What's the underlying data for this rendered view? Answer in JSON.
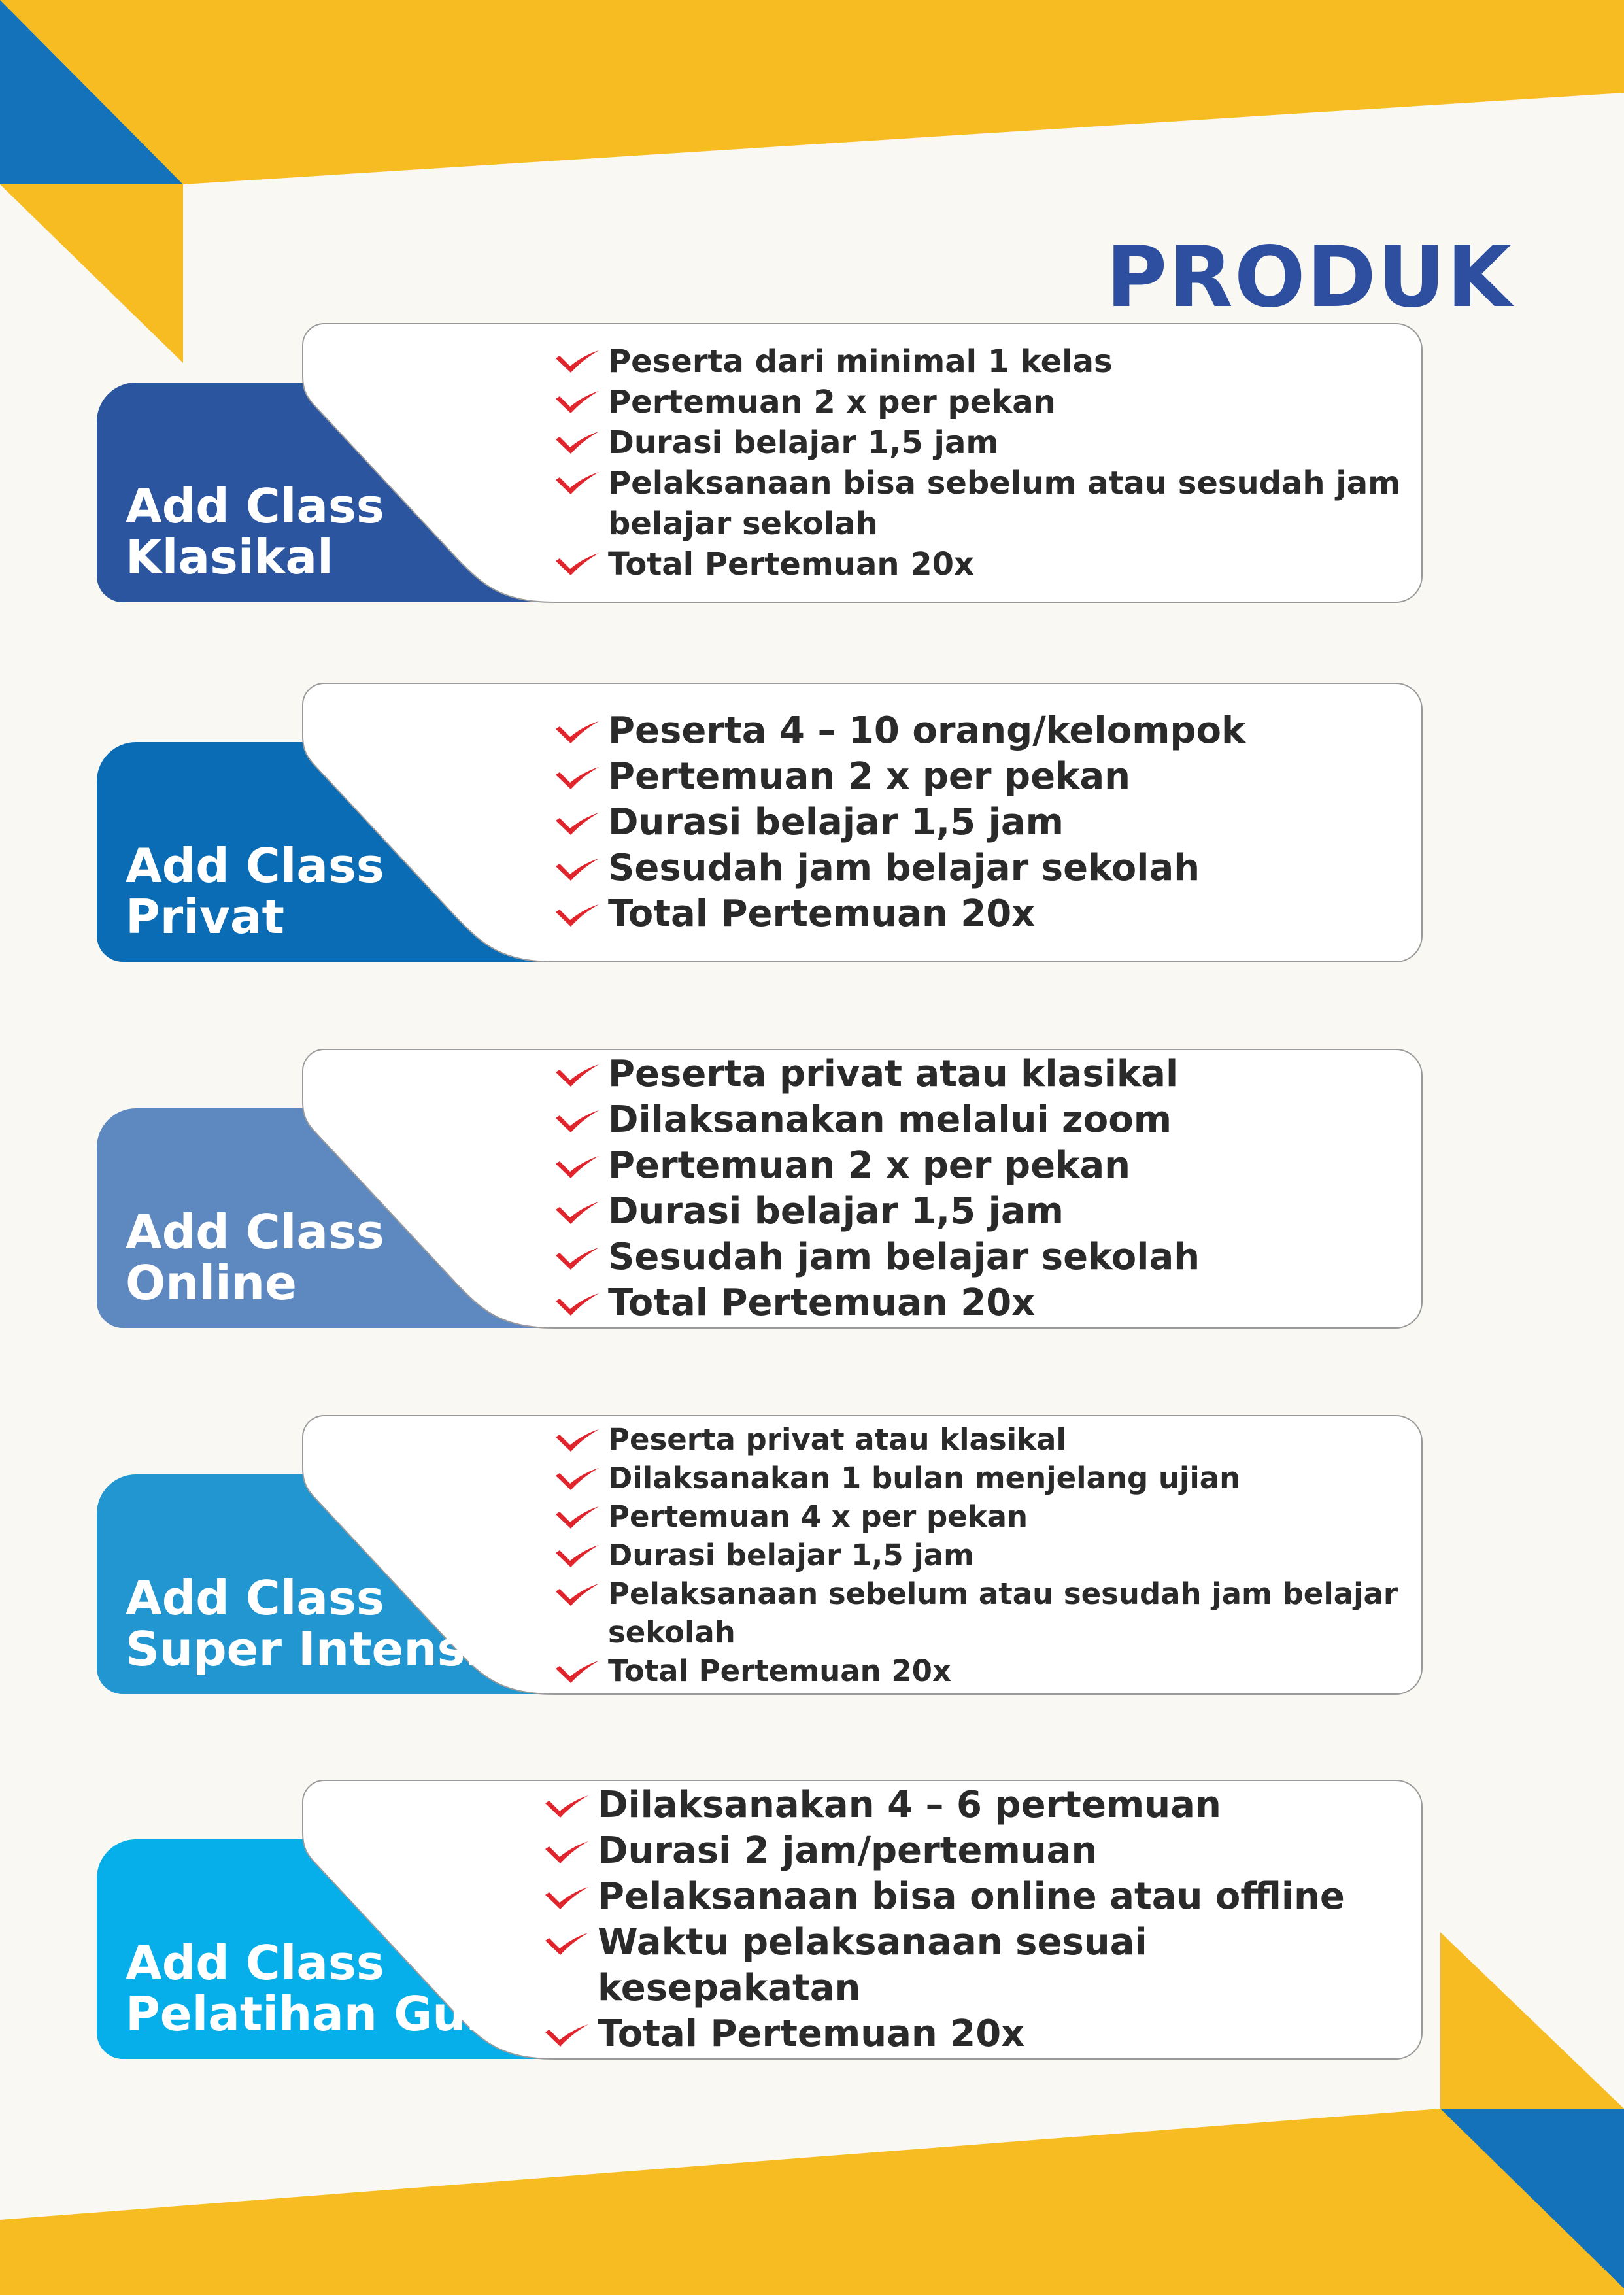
{
  "page": {
    "title": "PRODUK"
  },
  "colors": {
    "yellow": "#f7bc22",
    "blue_corner": "#1372b9",
    "background": "#faf8f3",
    "title": "#2e4fa0",
    "check": "#e0252d",
    "card_fill": "#ffffff"
  },
  "icons": {
    "bullet": "check-mark-icon"
  },
  "cards": [
    {
      "title_line1": "Add Class",
      "title_line2": "Klasikal",
      "color": "#2c55a0",
      "items": [
        "Peserta dari minimal 1 kelas",
        "Pertemuan 2 x per pekan",
        "Durasi belajar 1,5 jam",
        "Pelaksanaan bisa sebelum atau sesudah jam belajar sekolah",
        "Total Pertemuan 20x"
      ]
    },
    {
      "title_line1": "Add Class",
      "title_line2": "Privat",
      "color": "#0a6cb5",
      "items": [
        "Peserta 4 – 10 orang/kelompok",
        "Pertemuan 2 x per pekan",
        "Durasi belajar 1,5 jam",
        "Sesudah jam belajar sekolah",
        "Total Pertemuan 20x"
      ]
    },
    {
      "title_line1": "Add Class",
      "title_line2": "Online",
      "color": "#5e89c0",
      "items": [
        "Peserta privat atau klasikal",
        "Dilaksanakan melalui zoom",
        "Pertemuan 2 x per pekan",
        "Durasi belajar 1,5 jam",
        "Sesudah jam belajar sekolah",
        "Total Pertemuan 20x"
      ]
    },
    {
      "title_line1": "Add Class",
      "title_line2": "Super Intensif",
      "color": "#2296d0",
      "items": [
        "Peserta privat atau klasikal",
        "Dilaksanakan 1 bulan menjelang ujian",
        "Pertemuan 4 x per pekan",
        "Durasi belajar 1,5 jam",
        "Pelaksanaan sebelum atau sesudah jam belajar sekolah",
        "Total Pertemuan 20x"
      ]
    },
    {
      "title_line1": "Add Class",
      "title_line2": "Pelatihan Guru",
      "color": "#06aeea",
      "items": [
        "Dilaksanakan 4 – 6 pertemuan",
        "Durasi 2 jam/pertemuan",
        "Pelaksanaan bisa online atau offline",
        "Waktu pelaksanaan sesuai kesepakatan",
        "Total Pertemuan 20x"
      ]
    }
  ]
}
